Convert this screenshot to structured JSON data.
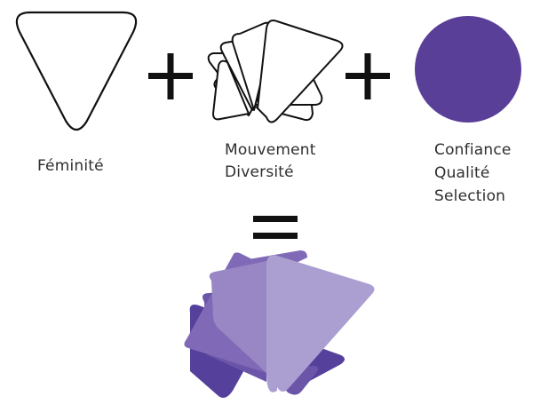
{
  "labels": {
    "feminite": "Féminité",
    "mouvement": "Mouvement",
    "diversite": "Diversité",
    "confiance": "Confiance",
    "qualite": "Qualité",
    "selection": "Selection"
  },
  "colors": {
    "outline": "#111111",
    "circle": "#5a3f99",
    "logo_darkest": "#55409b",
    "logo_dark": "#6a55a8",
    "logo_mid": "#8069b6",
    "logo_light": "#9887c4",
    "logo_lightest": "#ab9fd2"
  },
  "operators": {
    "plus": "plus-sign",
    "equals": "equals-sign"
  }
}
